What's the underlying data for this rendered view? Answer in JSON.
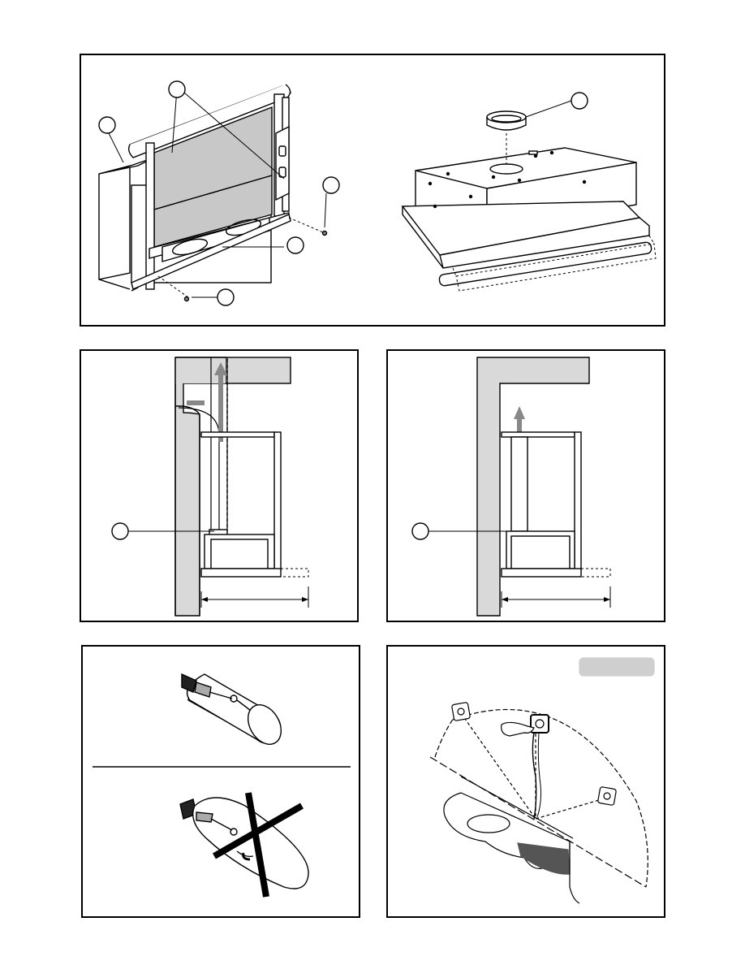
{
  "figure": {
    "description_text": "",
    "panels": [
      {
        "id": "panel-hood-exploded",
        "callouts": [
          "",
          "",
          "",
          "",
          ""
        ]
      },
      {
        "id": "panel-hood-top-collar",
        "callouts": [
          ""
        ]
      },
      {
        "id": "panel-ducted-side",
        "callouts": [
          ""
        ]
      },
      {
        "id": "panel-recirculating-side",
        "callouts": [
          ""
        ]
      },
      {
        "id": "panel-bulb-orientation"
      },
      {
        "id": "panel-socket-installation",
        "tag": ""
      }
    ]
  },
  "colors": {
    "line": "#000000",
    "wall": "#d9d9d9",
    "filter": "#c8c8c8",
    "dark_shadow": "#555555",
    "tag_fill": "#cfcfcf"
  },
  "icons": {
    "callout": "circle-callout-icon",
    "arrow": "airflow-arrow-icon",
    "prohibited": "cross-out-icon"
  }
}
